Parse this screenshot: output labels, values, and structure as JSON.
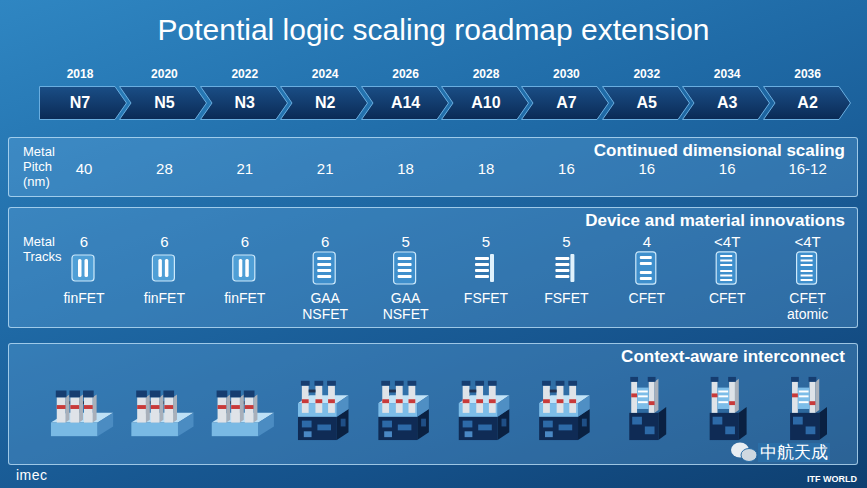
{
  "diagram": {
    "title": "Potential logic scaling roadmap extension",
    "nodes": [
      {
        "text": [
          "2018",
          "N7"
        ]
      },
      {
        "text": [
          "2020",
          "N5"
        ]
      },
      {
        "text": [
          "2022",
          "N3"
        ]
      },
      {
        "text": [
          "2024",
          "N2"
        ]
      },
      {
        "text": [
          "2026",
          "A14"
        ]
      },
      {
        "text": [
          "2028",
          "A10"
        ]
      },
      {
        "text": [
          "2030",
          "A7"
        ]
      },
      {
        "text": [
          "2032",
          "A5"
        ]
      },
      {
        "text": [
          "2034",
          "A3"
        ]
      },
      {
        "text": [
          "2036",
          "A2"
        ]
      },
      {
        "text": [
          "Continued dimensional scaling",
          "Metal Pitch (nm)",
          "40",
          "28",
          "21",
          "21",
          "18",
          "18",
          "16",
          "16",
          "16",
          "16-12"
        ]
      },
      {
        "text": [
          "Device and material innovations",
          "Metal Tracks",
          "6",
          "6",
          "6",
          "6",
          "5",
          "5",
          "5",
          "4",
          "<4T",
          "<4T",
          "finFET",
          "finFET",
          "finFET",
          "GAA NSFET",
          "GAA NSFET",
          "FSFET",
          "FSFET",
          "CFET",
          "CFET",
          "CFET atomic"
        ]
      },
      {
        "text": [
          "Context-aware interconnect"
        ]
      }
    ],
    "labels": [
      "imec",
      "中航天成",
      "ITF WORLD"
    ]
  }
}
